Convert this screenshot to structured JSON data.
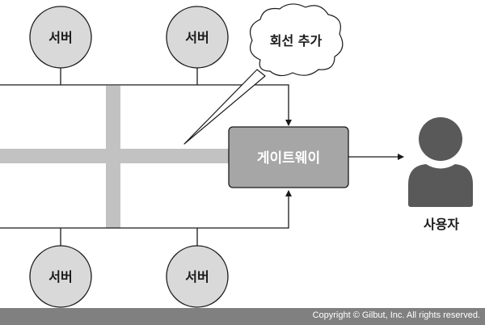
{
  "diagram": {
    "servers": [
      {
        "label": "서버"
      },
      {
        "label": "서버"
      },
      {
        "label": "서버"
      },
      {
        "label": "서버"
      }
    ],
    "bubble": {
      "label": "회선 추가"
    },
    "gateway": {
      "label": "게이트웨이"
    },
    "user": {
      "label": "사용자"
    }
  },
  "colors": {
    "line": "#1a1a1a",
    "server_fill": "#d9d9d9",
    "band": "#c2c2c2",
    "gateway_fill": "#a6a6a6",
    "user_fill": "#595959"
  },
  "footer": {
    "copyright": "Copyright © Gilbut, Inc. All rights reserved."
  }
}
